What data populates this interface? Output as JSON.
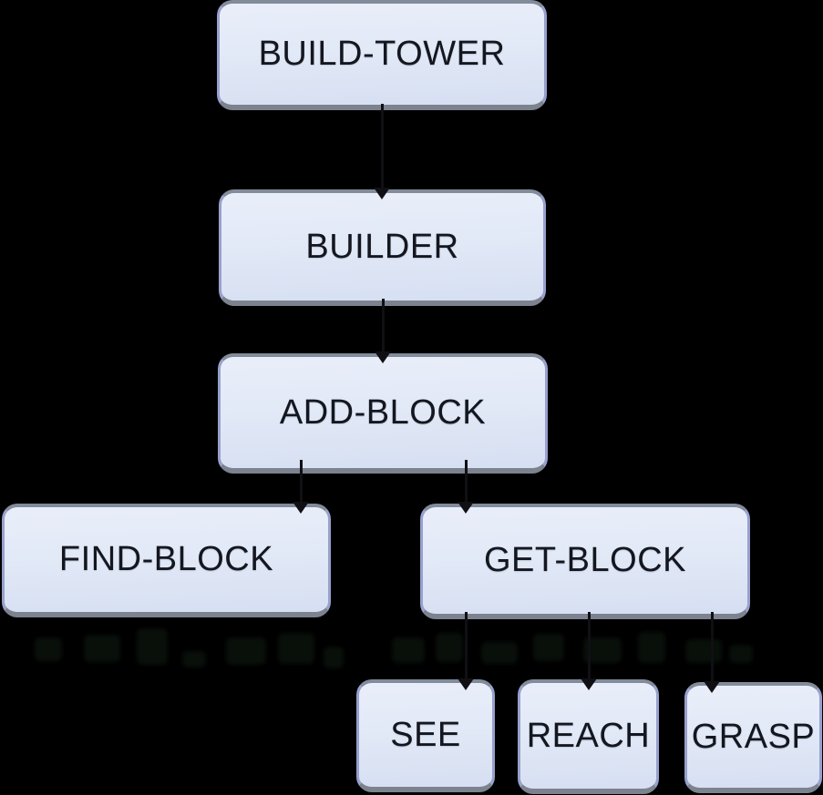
{
  "diagram": {
    "type": "hierarchy-tree",
    "nodes": [
      {
        "id": "build-tower",
        "label": "BUILD-TOWER"
      },
      {
        "id": "builder",
        "label": "BUILDER"
      },
      {
        "id": "add-block",
        "label": "ADD-BLOCK"
      },
      {
        "id": "find-block",
        "label": "FIND-BLOCK"
      },
      {
        "id": "get-block",
        "label": "GET-BLOCK"
      },
      {
        "id": "see",
        "label": "SEE"
      },
      {
        "id": "reach",
        "label": "REACH"
      },
      {
        "id": "grasp",
        "label": "GRASP"
      }
    ],
    "edges": [
      {
        "from": "build-tower",
        "to": "builder"
      },
      {
        "from": "builder",
        "to": "add-block"
      },
      {
        "from": "add-block",
        "to": "find-block"
      },
      {
        "from": "add-block",
        "to": "get-block"
      },
      {
        "from": "get-block",
        "to": "see"
      },
      {
        "from": "get-block",
        "to": "reach"
      },
      {
        "from": "get-block",
        "to": "grasp"
      }
    ]
  },
  "colors": {
    "background": "#000000",
    "node_fill_top": "#e9eef9",
    "node_fill_mid": "#e2e9f7",
    "node_fill_bottom": "#d6dff2",
    "node_border_top": "#828b9a",
    "node_border_side": "#98a0cc",
    "node_border_bottom": "#7c828e",
    "node_text": "#14171f",
    "connector": "#101014"
  }
}
